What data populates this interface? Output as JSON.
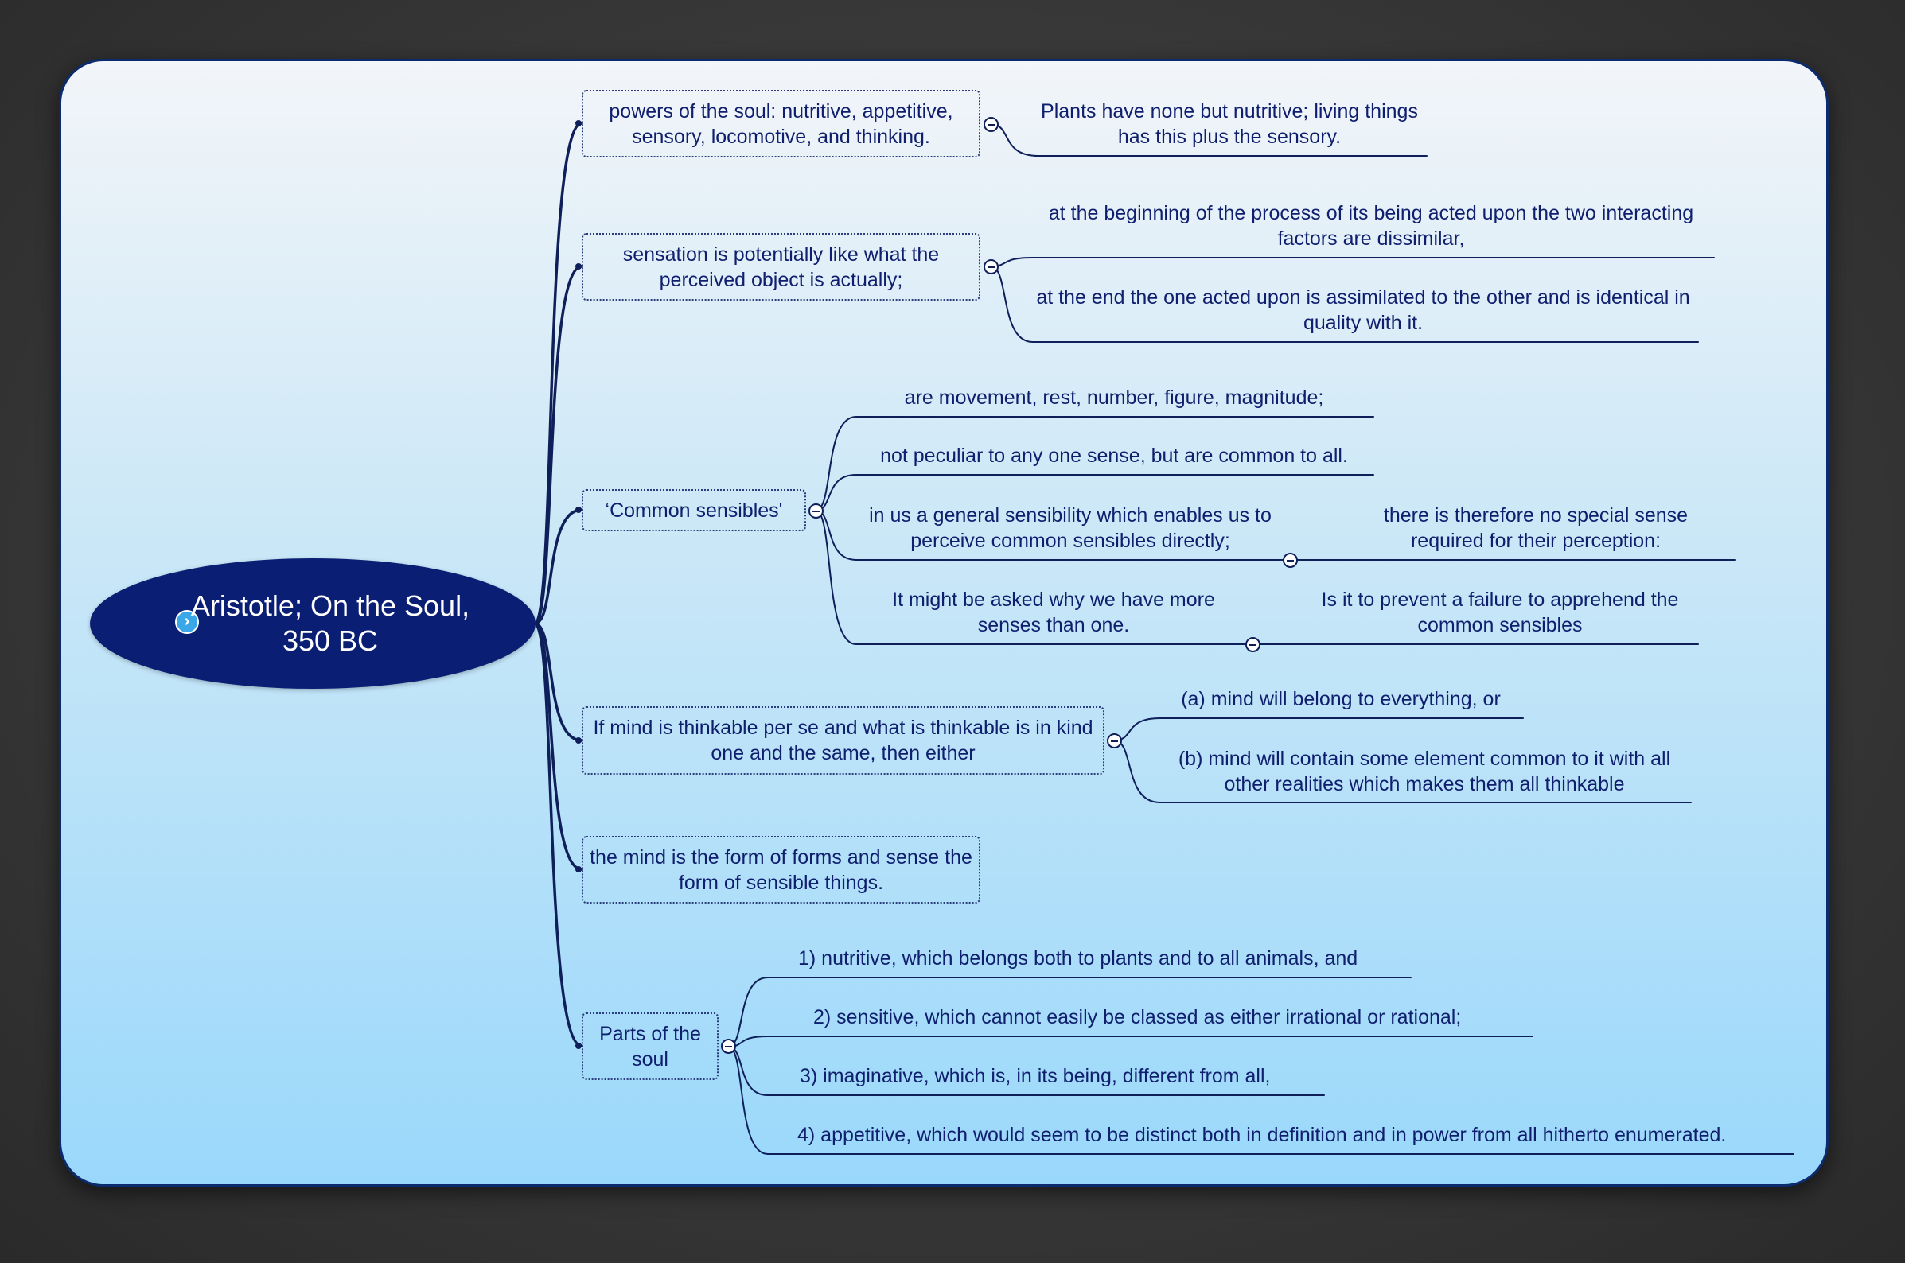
{
  "root": {
    "label": "Aristotle; On the Soul, 350 BC",
    "icon": "chevron-right-icon"
  },
  "colors": {
    "accent": "#0a1f74",
    "text": "#0f1f6e",
    "line": "#0f1f5a",
    "icon": "#3aa8e8"
  },
  "branches": [
    {
      "label": "powers of the soul: nutritive, appetitive, sensory, locomotive, and thinking.",
      "children": [
        {
          "label": "Plants have none but nutritive;  living things has this plus the sensory."
        }
      ]
    },
    {
      "label": "sensation is potentially like what the perceived object is actually;",
      "children": [
        {
          "label": "at the beginning of the process of its being acted upon the two interacting factors are dissimilar,"
        },
        {
          "label": "at the end the one acted upon is assimilated to the other and is identical in quality with it."
        }
      ]
    },
    {
      "label": "‘Common sensibles'",
      "children": [
        {
          "label": "are movement, rest, number, figure, magnitude;"
        },
        {
          "label": "not peculiar to any one sense, but are common to all."
        },
        {
          "label": "in us a general sensibility which enables us to perceive common sensibles directly;",
          "children": [
            {
              "label": "there is therefore no special sense required for their perception:"
            }
          ]
        },
        {
          "label": "It might be asked why we have more senses than one.",
          "children": [
            {
              "label": "Is it to prevent a failure to apprehend the common sensibles"
            }
          ]
        }
      ]
    },
    {
      "label": "If mind is thinkable per se and what is thinkable is in kind one and the same, then either",
      "children": [
        {
          "label": "(a) mind will belong to everything, or"
        },
        {
          "label": "(b) mind will contain some element common to it with all other realities which makes them all thinkable"
        }
      ]
    },
    {
      "label": "the mind is the form of forms and sense the form of sensible things.",
      "children": []
    },
    {
      "label": "Parts of the soul",
      "children": [
        {
          "label": "1) nutritive, which belongs both to plants and to all animals, and"
        },
        {
          "label": "2) sensitive, which cannot easily be classed as either irrational or rational;"
        },
        {
          "label": "3) imaginative, which is, in its being, different from all,"
        },
        {
          "label": "4) appetitive, which would seem to be distinct both in definition and in power from all hitherto enumerated."
        }
      ]
    }
  ]
}
